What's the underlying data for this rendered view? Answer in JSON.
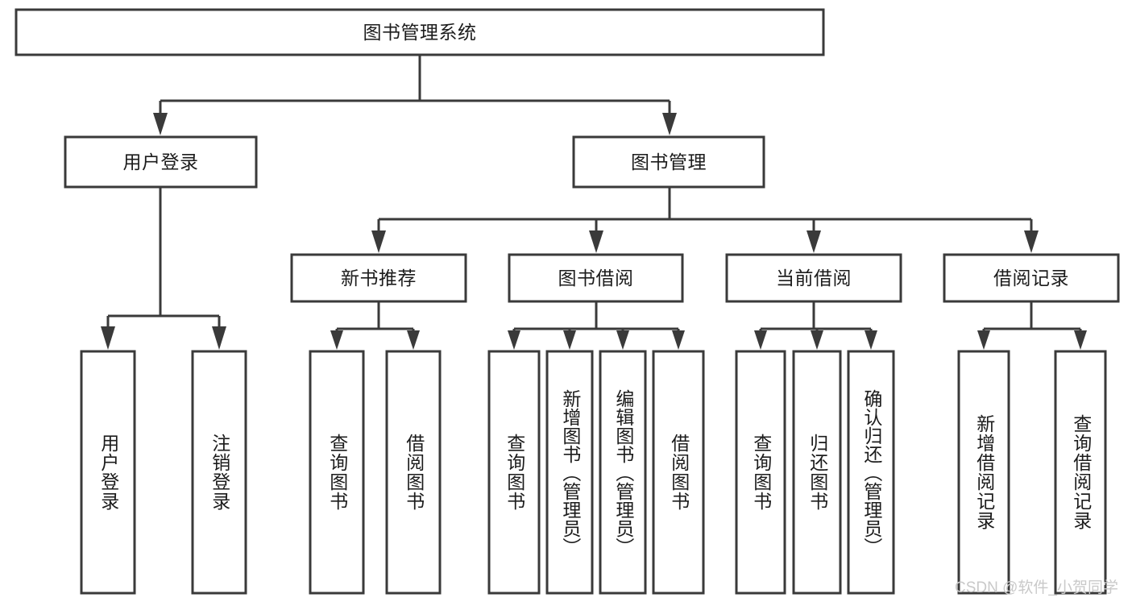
{
  "diagram": {
    "title": "图书管理系统",
    "type": "tree-hierarchy",
    "watermark": "CSDN @软件_小贺同学",
    "root": {
      "id": "root",
      "label": "图书管理系统"
    },
    "level2": [
      {
        "id": "user-login",
        "label": "用户登录"
      },
      {
        "id": "book-manage",
        "label": "图书管理"
      }
    ],
    "level3": [
      {
        "id": "new-book-recommend",
        "label": "新书推荐",
        "parent": "book-manage"
      },
      {
        "id": "book-borrow",
        "label": "图书借阅",
        "parent": "book-manage"
      },
      {
        "id": "current-borrow",
        "label": "当前借阅",
        "parent": "book-manage"
      },
      {
        "id": "borrow-record",
        "label": "借阅记录",
        "parent": "book-manage"
      }
    ],
    "leaves": [
      {
        "id": "leaf-user-login",
        "label": "用户登录",
        "parent": "user-login"
      },
      {
        "id": "leaf-user-logout",
        "label": "注销登录",
        "parent": "user-login"
      },
      {
        "id": "leaf-query-book-1",
        "label": "查询图书",
        "parent": "new-book-recommend"
      },
      {
        "id": "leaf-borrow-book-1",
        "label": "借阅图书",
        "parent": "new-book-recommend"
      },
      {
        "id": "leaf-query-book-2",
        "label": "查询图书",
        "parent": "book-borrow"
      },
      {
        "id": "leaf-add-book",
        "label": "新增图书（管理员）",
        "parent": "book-borrow"
      },
      {
        "id": "leaf-edit-book",
        "label": "编辑图书（管理员）",
        "parent": "book-borrow"
      },
      {
        "id": "leaf-borrow-book-2",
        "label": "借阅图书",
        "parent": "book-borrow"
      },
      {
        "id": "leaf-query-book-3",
        "label": "查询图书",
        "parent": "current-borrow"
      },
      {
        "id": "leaf-return-book",
        "label": "归还图书",
        "parent": "current-borrow"
      },
      {
        "id": "leaf-confirm-return",
        "label": "确认归还（管理员）",
        "parent": "current-borrow"
      },
      {
        "id": "leaf-add-record",
        "label": "新增借阅记录",
        "parent": "borrow-record"
      },
      {
        "id": "leaf-query-record",
        "label": "查询借阅记录",
        "parent": "borrow-record"
      }
    ],
    "colors": {
      "stroke": "#3a3a3a",
      "fill": "#ffffff",
      "text": "#1c1c1c",
      "watermark": "#c9c9c9"
    }
  }
}
